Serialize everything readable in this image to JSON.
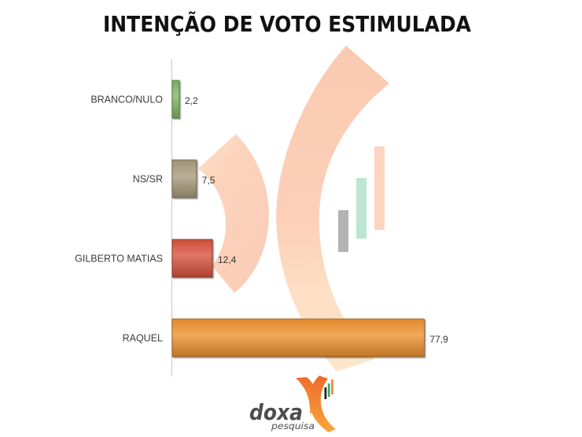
{
  "chart_data": {
    "type": "bar",
    "orientation": "horizontal",
    "title": "INTENÇÃO DE VOTO ESTIMULADA",
    "categories": [
      "BRANCO/NULO",
      "NS/SR",
      "GILBERTO MATIAS",
      "RAQUEL"
    ],
    "values": [
      2.2,
      7.5,
      12.4,
      77.9
    ],
    "value_labels": [
      "2,2",
      "7,5",
      "12,4",
      "77,9"
    ],
    "colors": [
      "#7fb862",
      "#a99b7d",
      "#d9533d",
      "#ef922f"
    ],
    "xlim": [
      0,
      80
    ],
    "grid": false,
    "legend": "none"
  },
  "logo": {
    "name": "doxa",
    "tagline": "pesquisa",
    "colors": {
      "arc_top": "#ee6a2a",
      "arc_bottom": "#f7a53c",
      "text": "#4d4d4d"
    }
  }
}
